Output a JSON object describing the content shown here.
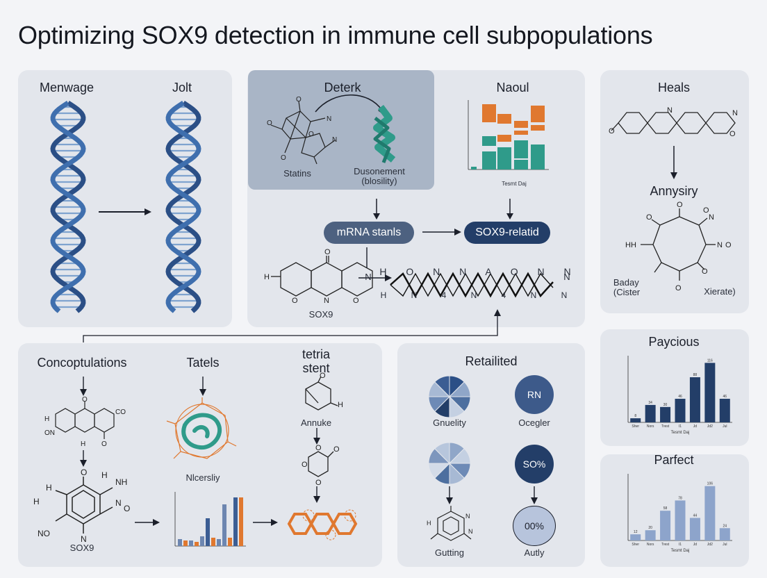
{
  "title": "Optimizing SOX9 detection in immune cell subpopulations",
  "panel1": {
    "left_label": "Menwage",
    "right_label": "Jolt"
  },
  "panel2": {
    "highlight_label": "Deterk",
    "mol_label": "Statins",
    "protein_label_1": "Dusonement",
    "protein_label_2": "(blosility)",
    "chart_label": "Naoul",
    "pill_left": "mRNA stanls",
    "pill_right": "SOX9-relatid",
    "sox9_label": "SOX9",
    "chain_top": "H O N N A O N N",
    "chain_bottom": "H N 4 N 4 N N",
    "chain_end": "N",
    "mini_xlabel": "Tesmt Daj"
  },
  "panel3": {
    "title": "Heals",
    "sub": "Annysiry",
    "label_left": "Baday",
    "label_left2": "(Cister",
    "label_right": "Xierate)"
  },
  "panel4": {
    "col1": "Concoptulations",
    "col2": "Tatels",
    "col3_a": "tetria",
    "col3_b": "stent",
    "col2_caption": "Nlcersliy",
    "col3_caption": "Annuke",
    "sox9": "SOX9"
  },
  "panel5": {
    "title": "Retailited",
    "c1": "Gnuelity",
    "c2_text": "RN",
    "c2": "Ocegler",
    "c3": "Gutting",
    "c4_text": "SO%",
    "c5_text": "00%",
    "c5": "Autly"
  },
  "panel6": {
    "title": "Paycious",
    "xlabel": "Tesmt Daj"
  },
  "panel7": {
    "title": "Parfect",
    "xlabel": "Tesmt Daj"
  },
  "colors": {
    "navy": "#233e68",
    "blue": "#3b6aa6",
    "slate": "#4d6180",
    "orange": "#e0782f",
    "teal": "#2f9b8a",
    "panel": "#e3e6ec",
    "highlight": "#a9b5c6"
  },
  "chart_data": [
    {
      "type": "bar",
      "title": "Paycious",
      "xlabel": "Tesmt Daj",
      "categories": [
        "Sher",
        "Nors",
        "Trest",
        "I1",
        "Jd",
        "Jd2",
        "Jul"
      ],
      "values": [
        8,
        34,
        30,
        46,
        88,
        116,
        46
      ],
      "ylim": [
        0,
        130
      ]
    },
    {
      "type": "bar",
      "title": "Parfect",
      "xlabel": "Tesmt Daj",
      "categories": [
        "Sher",
        "Nors",
        "Trest",
        "I1",
        "Jd",
        "Jd2",
        "Jul"
      ],
      "values": [
        12,
        20,
        58,
        78,
        44,
        106,
        24
      ],
      "ylim": [
        0,
        130
      ]
    }
  ]
}
